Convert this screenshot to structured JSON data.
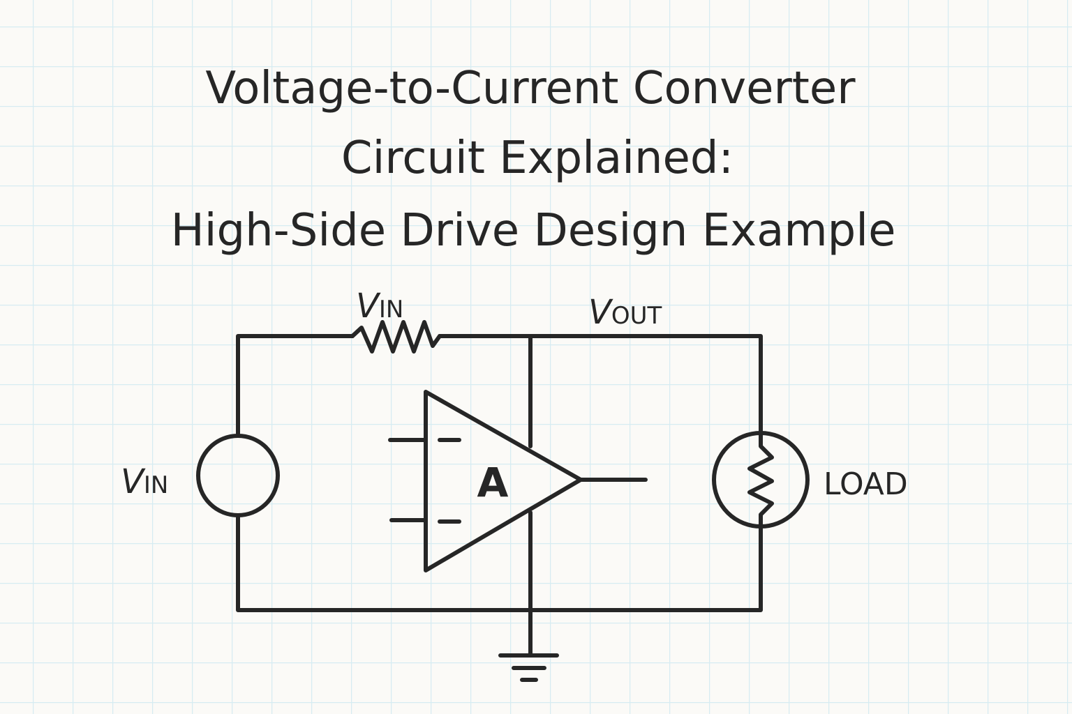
{
  "title": {
    "line1": "Voltage-to-Current Converter",
    "line2": "Circuit Explained:",
    "line3": "High-Side Drive Design Example"
  },
  "labels": {
    "resistor": {
      "main": "V",
      "sub": "IN"
    },
    "output": {
      "main": "V",
      "sub": "OUT"
    },
    "source": {
      "main": "V",
      "sub": "IN"
    },
    "load": "LOAD",
    "amplifier": "A",
    "input_top_sign": "−",
    "input_bottom_sign": "−"
  },
  "colors": {
    "ink": "#262626",
    "grid": "#d6ecf2",
    "paper": "#fbfaf7"
  }
}
